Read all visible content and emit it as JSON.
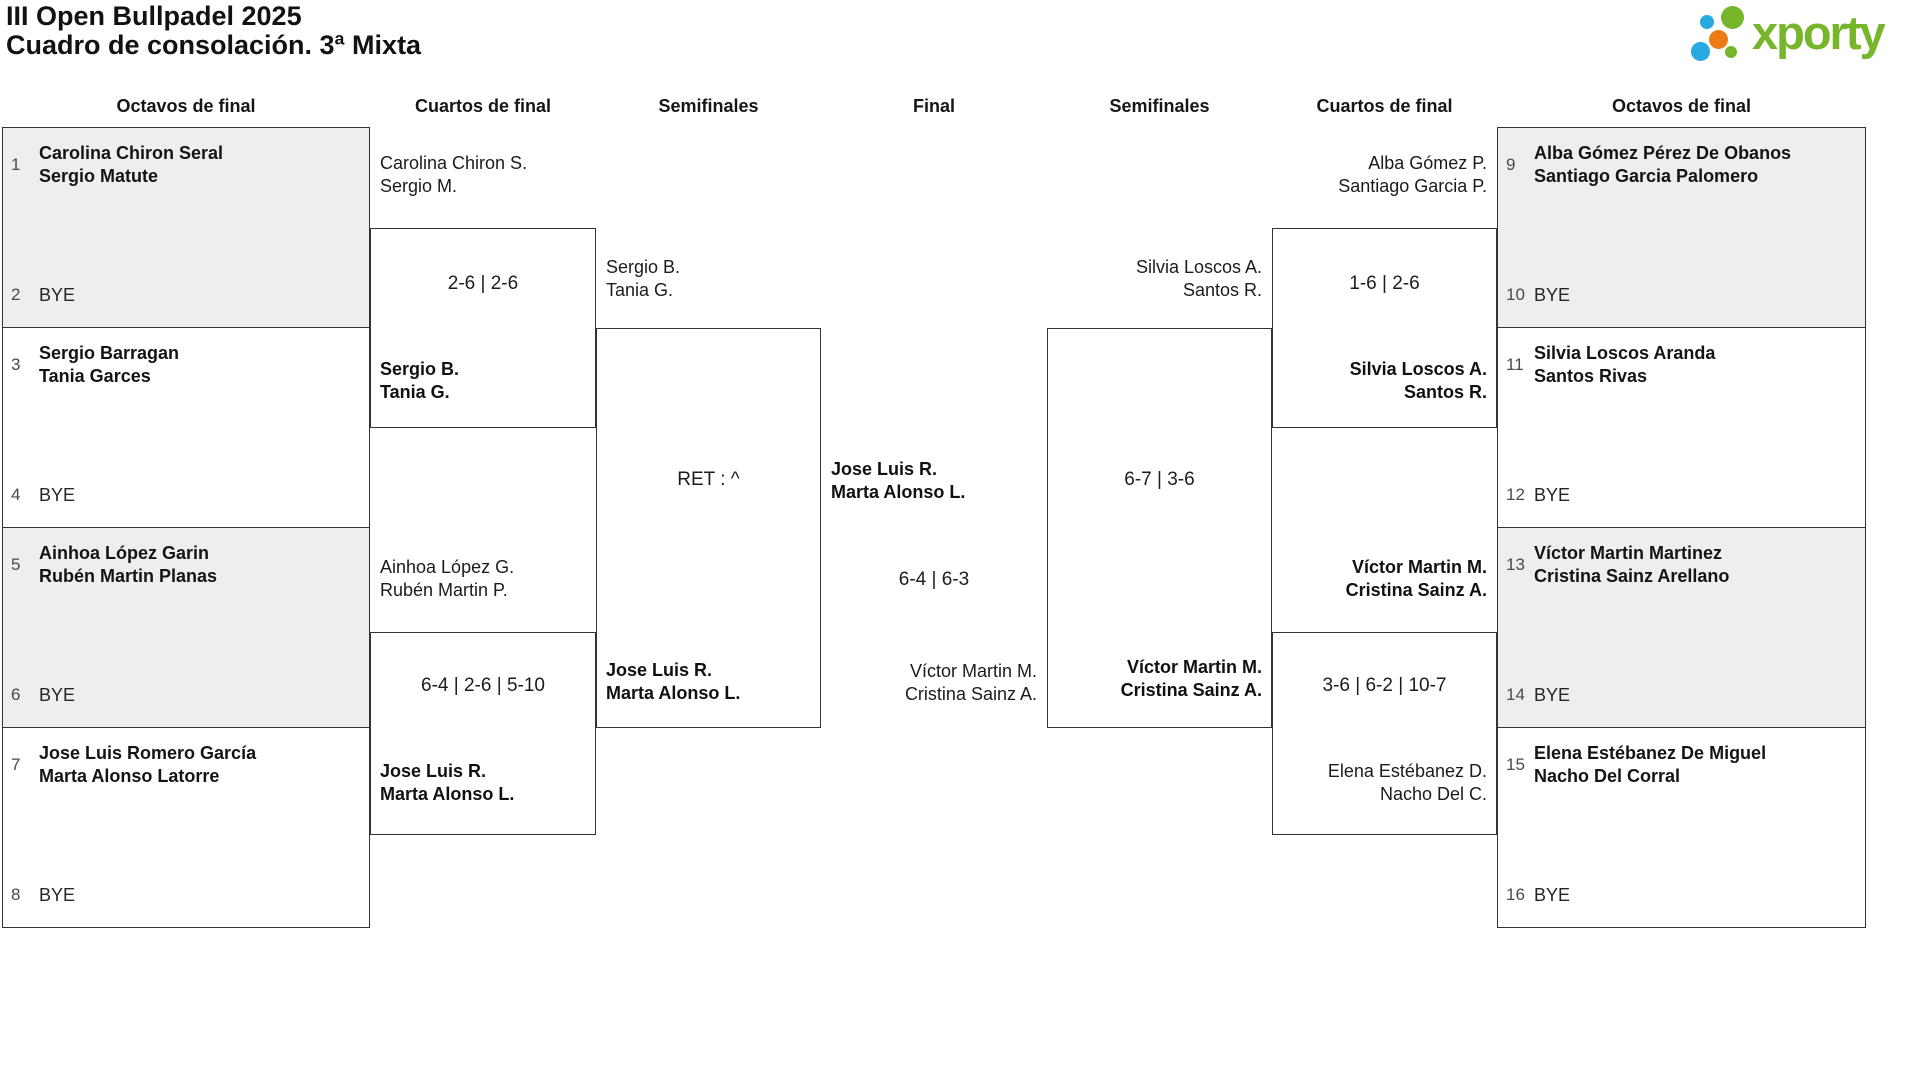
{
  "page": {
    "title_line1": "III Open Bullpadel 2025",
    "title_line2": "Cuadro de consolación. 3ª Mixta"
  },
  "logo": {
    "text": "xporty",
    "colors": {
      "green": "#77b62a",
      "blue": "#29a9e1",
      "orange": "#ee7c16"
    }
  },
  "rounds": {
    "left_octavos": "Octavos de final",
    "left_cuartos": "Cuartos de final",
    "left_semis": "Semifinales",
    "final": "Final",
    "right_semis": "Semifinales",
    "right_cuartos": "Cuartos de final",
    "right_octavos": "Octavos de final"
  },
  "octavos_left": [
    {
      "seed_top": "1",
      "top1": "Carolina Chiron Seral",
      "top2": "Sergio Matute",
      "seed_bottom": "2",
      "bottom": "BYE"
    },
    {
      "seed_top": "3",
      "top1": "Sergio Barragan",
      "top2": "Tania Garces",
      "seed_bottom": "4",
      "bottom": "BYE"
    },
    {
      "seed_top": "5",
      "top1": "Ainhoa López Garin",
      "top2": "Rubén Martin Planas",
      "seed_bottom": "6",
      "bottom": "BYE"
    },
    {
      "seed_top": "7",
      "top1": "Jose Luis Romero García",
      "top2": "Marta Alonso Latorre",
      "seed_bottom": "8",
      "bottom": "BYE"
    }
  ],
  "octavos_right": [
    {
      "seed_top": "9",
      "top1": "Alba Gómez Pérez De Obanos",
      "top2": "Santiago Garcia Palomero",
      "seed_bottom": "10",
      "bottom": "BYE"
    },
    {
      "seed_top": "11",
      "top1": "Silvia Loscos Aranda",
      "top2": "Santos Rivas",
      "seed_bottom": "12",
      "bottom": "BYE"
    },
    {
      "seed_top": "13",
      "top1": "Víctor Martin Martinez",
      "top2": "Cristina Sainz Arellano",
      "seed_bottom": "14",
      "bottom": "BYE"
    },
    {
      "seed_top": "15",
      "top1": "Elena Estébanez De Miguel",
      "top2": "Nacho Del Corral",
      "seed_bottom": "16",
      "bottom": "BYE"
    }
  ],
  "cuartos_left": [
    {
      "top1": "Carolina Chiron S.",
      "top2": "Sergio M.",
      "top_bold": false,
      "score": "2-6 | 2-6",
      "bottom1": "Sergio B.",
      "bottom2": "Tania G.",
      "bottom_bold": true
    },
    {
      "top1": "Ainhoa López G.",
      "top2": "Rubén Martin P.",
      "top_bold": false,
      "score": "6-4 | 2-6 | 5-10",
      "bottom1": "Jose Luis R.",
      "bottom2": "Marta Alonso L.",
      "bottom_bold": true
    }
  ],
  "cuartos_right": [
    {
      "top1": "Alba Gómez P.",
      "top2": "Santiago Garcia P.",
      "top_bold": false,
      "score": "1-6 | 2-6",
      "bottom1": "Silvia Loscos A.",
      "bottom2": "Santos R.",
      "bottom_bold": true
    },
    {
      "top1": "Víctor Martin M.",
      "top2": "Cristina Sainz A.",
      "top_bold": true,
      "score": "3-6 | 6-2 | 10-7",
      "bottom1": "Elena Estébanez D.",
      "bottom2": "Nacho Del C.",
      "bottom_bold": false
    }
  ],
  "semis_left": [
    {
      "top1": "Sergio B.",
      "top2": "Tania G.",
      "top_bold": false,
      "score": "RET : ^",
      "bottom1": "Jose Luis R.",
      "bottom2": "Marta Alonso L.",
      "bottom_bold": true
    }
  ],
  "semis_right": [
    {
      "top1": "Silvia Loscos A.",
      "top2": "Santos R.",
      "top_bold": false,
      "score": "6-7 | 3-6",
      "bottom1": "Víctor Martin M.",
      "bottom2": "Cristina Sainz A.",
      "bottom_bold": true
    }
  ],
  "final": {
    "top1": "Jose Luis R.",
    "top2": "Marta Alonso L.",
    "top_bold": true,
    "score": "6-4 | 6-3",
    "bottom1": "Víctor Martin M.",
    "bottom2": "Cristina Sainz A.",
    "bottom_bold": false
  }
}
